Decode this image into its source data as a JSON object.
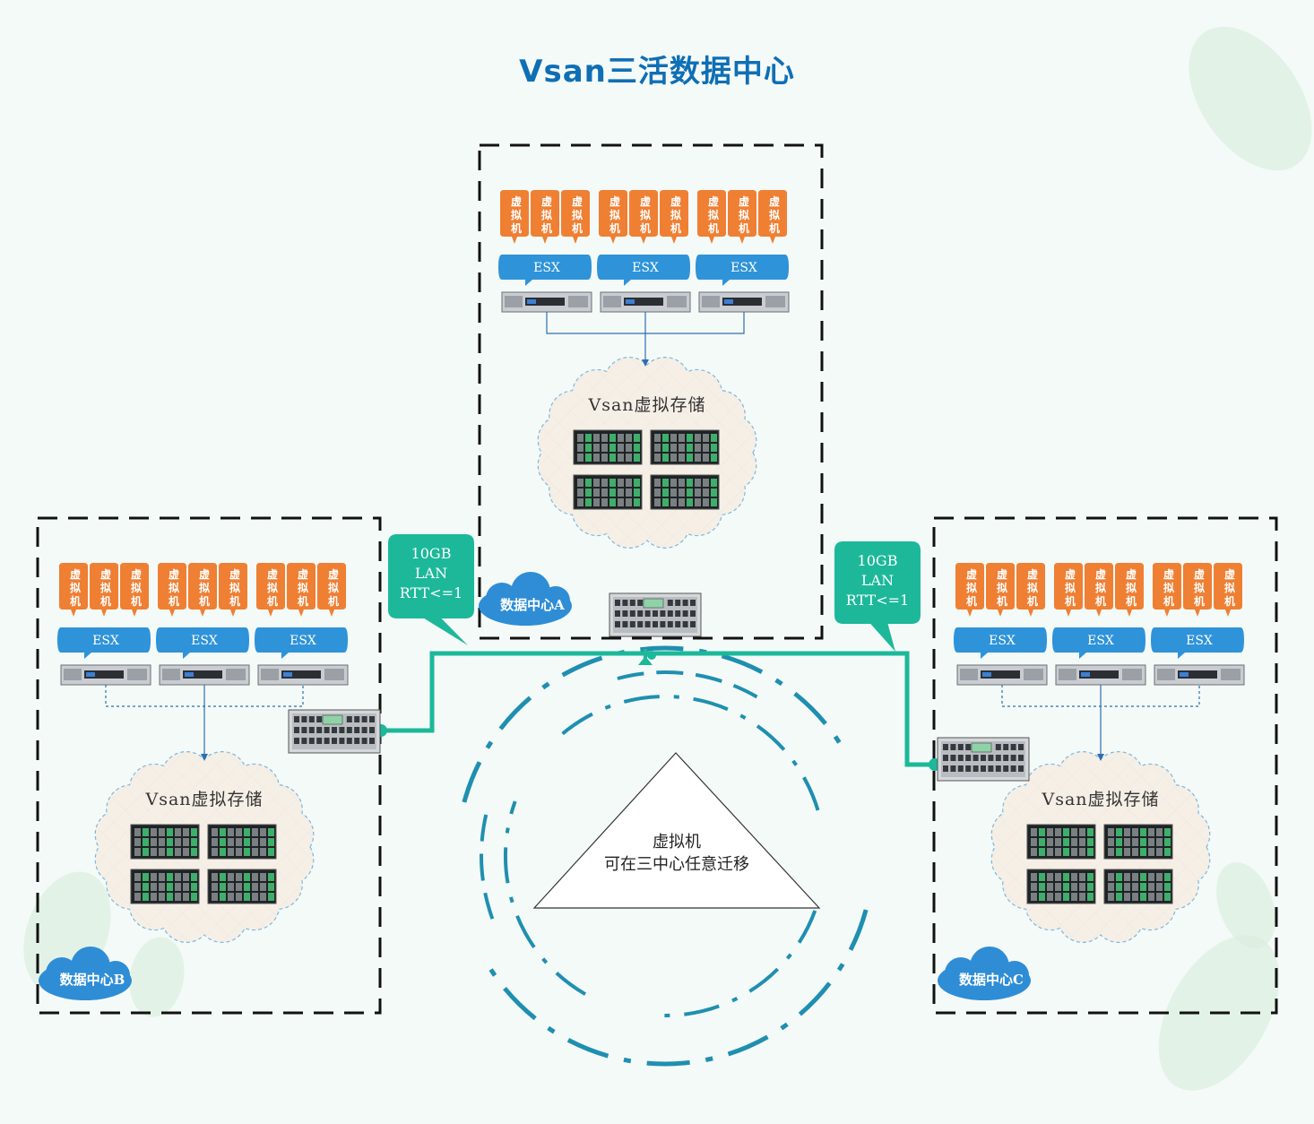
{
  "title": "Vsan三活数据中心",
  "vm_label": [
    "虚",
    "拟",
    "机"
  ],
  "esx_label": "ESX",
  "storage_label": "Vsan虚拟存储",
  "datacenters": [
    {
      "id": "a",
      "name": "数据中心A"
    },
    {
      "id": "b",
      "name": "数据中心B"
    },
    {
      "id": "c",
      "name": "数据中心C"
    }
  ],
  "links": [
    {
      "lines": [
        "10GB",
        "LAN",
        "RTT<=1"
      ]
    },
    {
      "lines": [
        "10GB",
        "LAN",
        "RTT<=1"
      ]
    }
  ],
  "center_note": {
    "line1": "虚拟机",
    "line2": "可在三中心任意迁移"
  },
  "colors": {
    "title": "#0f6fb5",
    "vm": "#ef7f33",
    "esx": "#2e93d9",
    "link": "#1cb899",
    "arc": "#1f8fb0",
    "cloud_badge": "#2f8dd6"
  }
}
